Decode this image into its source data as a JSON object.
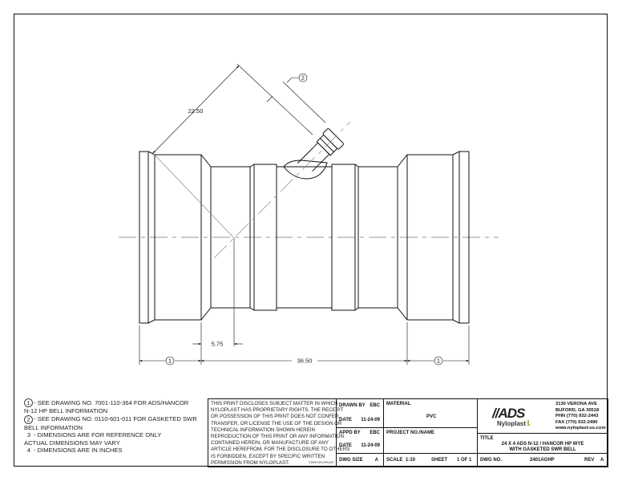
{
  "drawing": {
    "dim_branch_length": "22.50",
    "dim_offset": "5.75",
    "dim_overall": "36.50",
    "callout_bell_ads": "1",
    "callout_bell_swr": "2"
  },
  "notes": [
    {
      "marker": "1",
      "line1": "- SEE DRAWING NO. 7001-110-364 FOR ADS/HANCOR",
      "line2": "N-12 HP BELL INFORMATION"
    },
    {
      "marker": "2",
      "line1": "- SEE DRAWING NO. 0110-601-011 FOR GASKETED SWR",
      "line2": "BELL INFORMATION"
    },
    {
      "marker": "3",
      "line1": "- DIMENSIONS ARE FOR REFERENCE ONLY",
      "line2": "ACTUAL DIMENSIONS MAY VARY"
    },
    {
      "marker": "4",
      "line1": "- DIMENSIONS ARE IN INCHES",
      "line2": ""
    }
  ],
  "disclaimer": {
    "lines": [
      "THIS PRINT DISCLOSES SUBJECT MATTER IN WHICH",
      "NYLOPLAST HAS PROPRIETARY RIGHTS.  THE RECEIPT",
      "OR POSSESSION OF THIS PRINT DOES NOT CONFER,",
      "TRANSFER, OR LICENSE THE USE OF THE DESIGN OR",
      "TECHNICAL INFORMATION SHOWN HEREIN",
      "REPRODUCTION OF THIS PRINT OR ANY INFORMATION",
      "CONTAINED HEREIN, OR MANUFACTURE OF ANY",
      "ARTICLE HEREFROM, FOR THE DISCLOSURE TO OTHERS",
      "IS FORBIDDEN, EXCEPT BY SPECIFIC WRITTEN",
      "PERMISSION FROM NYLOPLAST."
    ],
    "copyright": "©2000 NYLOPLAST"
  },
  "title_block": {
    "drawn_by_label": "DRAWN BY",
    "drawn_by": "EBC",
    "date1_label": "DATE",
    "date1": "11-24-09",
    "appd_by_label": "APPD BY",
    "appd_by": "EBC",
    "date2_label": "DATE",
    "date2": "11-24-09",
    "dwg_size_label": "DWG SIZE",
    "dwg_size": "A",
    "material_label": "MATERIAL",
    "material": "PVC",
    "project_label": "PROJECT NO./NAME",
    "project": "",
    "scale_label": "SCALE",
    "scale": "1:10",
    "sheet_label": "SHEET",
    "sheet": "1 OF 1",
    "logo_ads": "//ADS",
    "logo_nyloplast": "Nyloplast",
    "address": [
      "3130 VERONA AVE",
      "BUFORD, GA 30518",
      "PHN (770) 932-2443",
      "FAX (770) 932-2490",
      "www.nyloplast-us.com"
    ],
    "title_label": "TITLE",
    "title_line1": "24 X 4 ADS N-12 / HANCOR HP WYE",
    "title_line2": "WITH GASKETED SWR BELL",
    "dwg_no_label": "DWG NO.",
    "dwg_no": "2401AGHP",
    "rev_label": "REV",
    "rev": "A"
  },
  "colors": {
    "line": "#111111",
    "centerline": "#888888",
    "logo_green": "#9bc53d"
  }
}
